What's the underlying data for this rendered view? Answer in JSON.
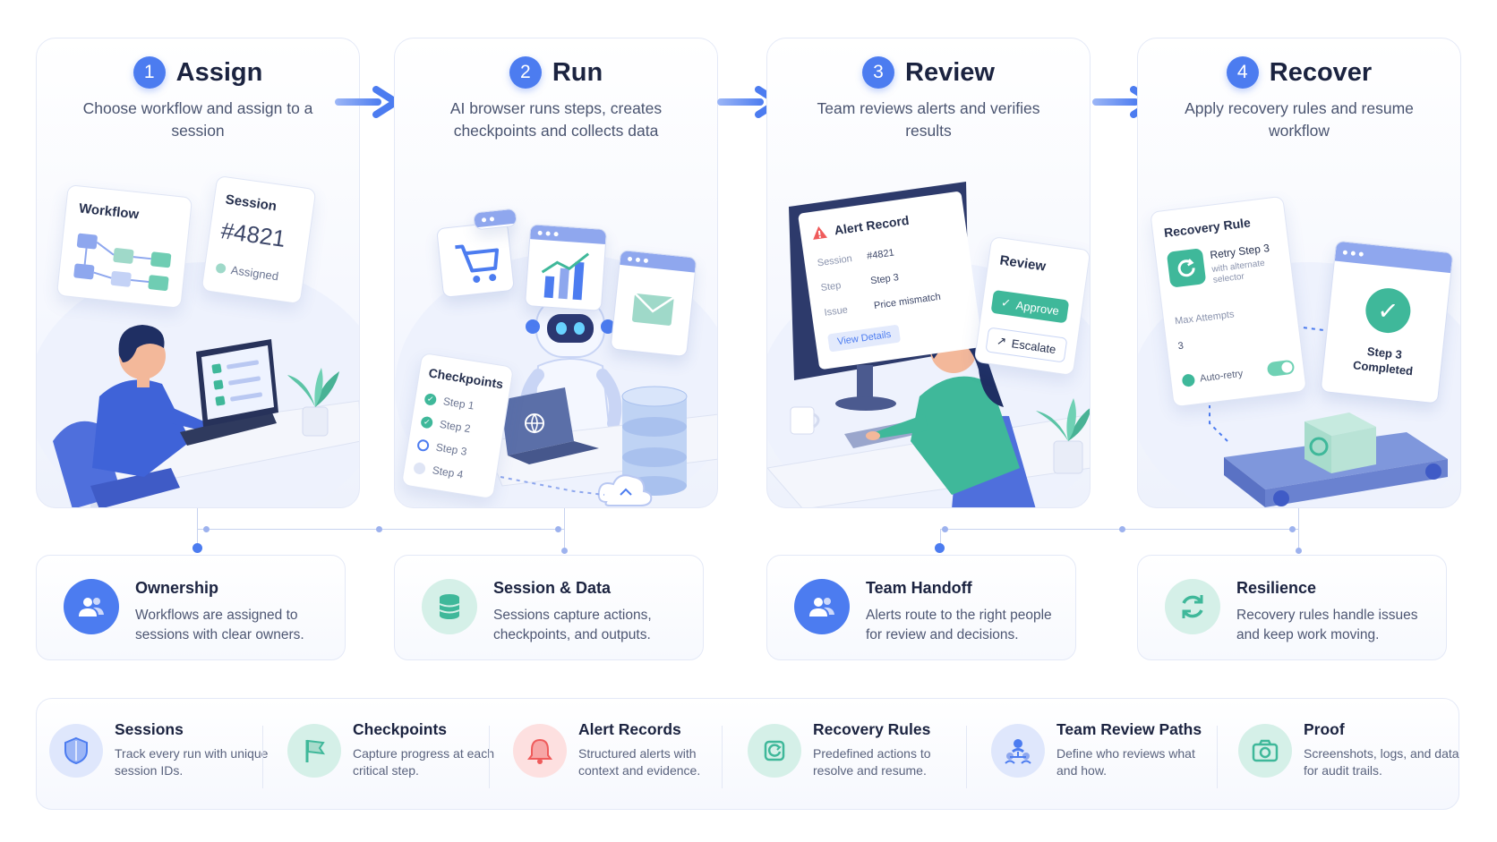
{
  "steps": [
    {
      "number": "1",
      "title": "Assign",
      "description": "Choose workflow and assign to a session",
      "scene": {
        "workflow_label": "Workflow",
        "session_label": "Session",
        "session_id": "#4821",
        "status": "Assigned"
      }
    },
    {
      "number": "2",
      "title": "Run",
      "description": "AI browser runs steps, creates checkpoints and collects data",
      "scene": {
        "checkpoints_label": "Checkpoints",
        "steps": [
          "Step 1",
          "Step 2",
          "Step 3",
          "Step 4"
        ]
      }
    },
    {
      "number": "3",
      "title": "Review",
      "description": "Team reviews alerts and verifies results",
      "scene": {
        "alert_title": "Alert Record",
        "fields": [
          {
            "label": "Session",
            "value": "#4821"
          },
          {
            "label": "Step",
            "value": "Step 3"
          },
          {
            "label": "Issue",
            "value": "Price mismatch"
          }
        ],
        "view_details": "View Details",
        "review_label": "Review",
        "approve": "Approve",
        "escalate": "Escalate"
      }
    },
    {
      "number": "4",
      "title": "Recover",
      "description": "Apply recovery rules and resume workflow",
      "scene": {
        "rule_title": "Recovery Rule",
        "rule_text": "Retry Step 3",
        "rule_sub": "with alternate selector",
        "max_attempts_label": "Max Attempts",
        "max_attempts": "3",
        "auto_retry": "Auto-retry",
        "step_done": "Step 3 Completed"
      }
    }
  ],
  "features": [
    {
      "title": "Ownership",
      "text": "Workflows are assigned to sessions with clear owners.",
      "icon": "users-icon",
      "color": "#4c7cf0"
    },
    {
      "title": "Session & Data",
      "text": "Sessions capture actions, checkpoints, and outputs.",
      "icon": "database-icon",
      "color": "#3fb89a"
    },
    {
      "title": "Team Handoff",
      "text": "Alerts route to the right people for review and decisions.",
      "icon": "users-icon",
      "color": "#4c7cf0"
    },
    {
      "title": "Resilience",
      "text": "Recovery rules handle issues and keep work moving.",
      "icon": "refresh-icon",
      "color": "#3fb89a"
    }
  ],
  "capabilities": [
    {
      "title": "Sessions",
      "text": "Track every run with unique session IDs.",
      "icon": "shield-icon"
    },
    {
      "title": "Checkpoints",
      "text": "Capture progress at each critical step.",
      "icon": "flag-icon"
    },
    {
      "title": "Alert Records",
      "text": "Structured alerts with context and evidence.",
      "icon": "bell-icon"
    },
    {
      "title": "Recovery Rules",
      "text": "Predefined actions to resolve and resume.",
      "icon": "recovery-icon"
    },
    {
      "title": "Team Review Paths",
      "text": "Define who reviews what and how.",
      "icon": "team-hierarchy-icon"
    },
    {
      "title": "Proof",
      "text": "Screenshots, logs, and data for audit trails.",
      "icon": "camera-icon"
    }
  ],
  "colors": {
    "accent": "#4c7cf0",
    "teal": "#3fb89a",
    "alert": "#ef5b5b"
  }
}
